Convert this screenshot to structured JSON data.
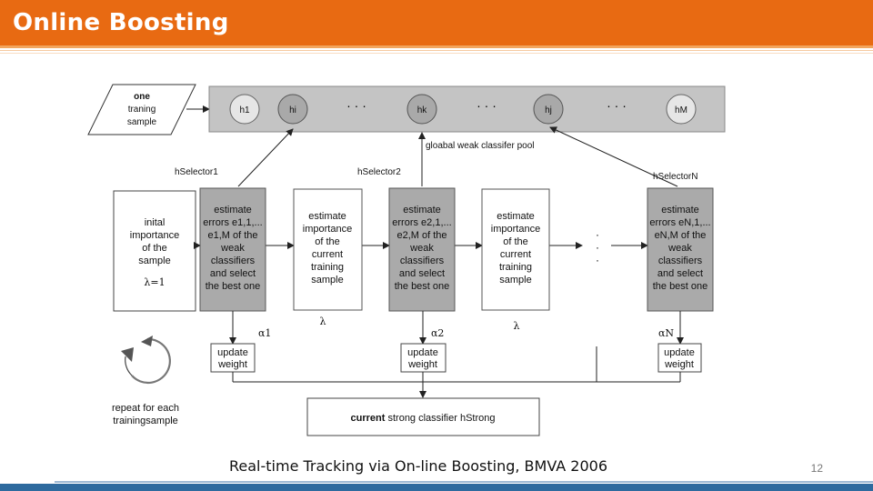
{
  "header": {
    "title": "Online Boosting"
  },
  "diagram": {
    "input": [
      "one",
      "traning",
      "sample"
    ],
    "pool_nodes": [
      "h1",
      "hi",
      "hk",
      "hj",
      "hM"
    ],
    "pool_label": "gloabal weak classifer pool",
    "selector_labels": [
      "hSelector1",
      "hSelector2",
      "hSelectorN"
    ],
    "init_box": [
      "inital",
      "importance",
      "of the",
      "sample",
      "λ=1"
    ],
    "estimate_boxes": [
      [
        "estimate",
        "errors e1,1,...",
        "e1,M of the",
        "weak",
        "classifiers",
        "and select",
        "the best one"
      ],
      [
        "estimate",
        "errors e2,1,...",
        "e2,M of the",
        "weak",
        "classifiers",
        "and select",
        "the best one"
      ],
      [
        "estimate",
        "errors eN,1,...",
        "eN,M of the",
        "weak",
        "classifiers",
        "and select",
        "the best one"
      ]
    ],
    "importance_boxes": [
      [
        "estimate",
        "importance",
        "of the",
        "current",
        "training",
        "sample"
      ],
      [
        "estimate",
        "importance",
        "of the",
        "current",
        "training",
        "sample"
      ]
    ],
    "alpha_labels": [
      "α1",
      "α2",
      "αN"
    ],
    "lambda_labels": [
      "λ",
      "λ"
    ],
    "update_label": [
      "update",
      "weight"
    ],
    "repeat_text": [
      "repeat for each",
      "trainingsample"
    ],
    "strong": {
      "bold": "current",
      "rest": " strong classifier hStrong"
    }
  },
  "caption": "Real-time Tracking via On-line Boosting, BMVA 2006",
  "page_number": "12",
  "colors": {
    "accent": "#E86A12",
    "footer": "#2E6A9E",
    "gray_box": "#AAAAAA",
    "pool_bg": "#C4C4C4"
  }
}
